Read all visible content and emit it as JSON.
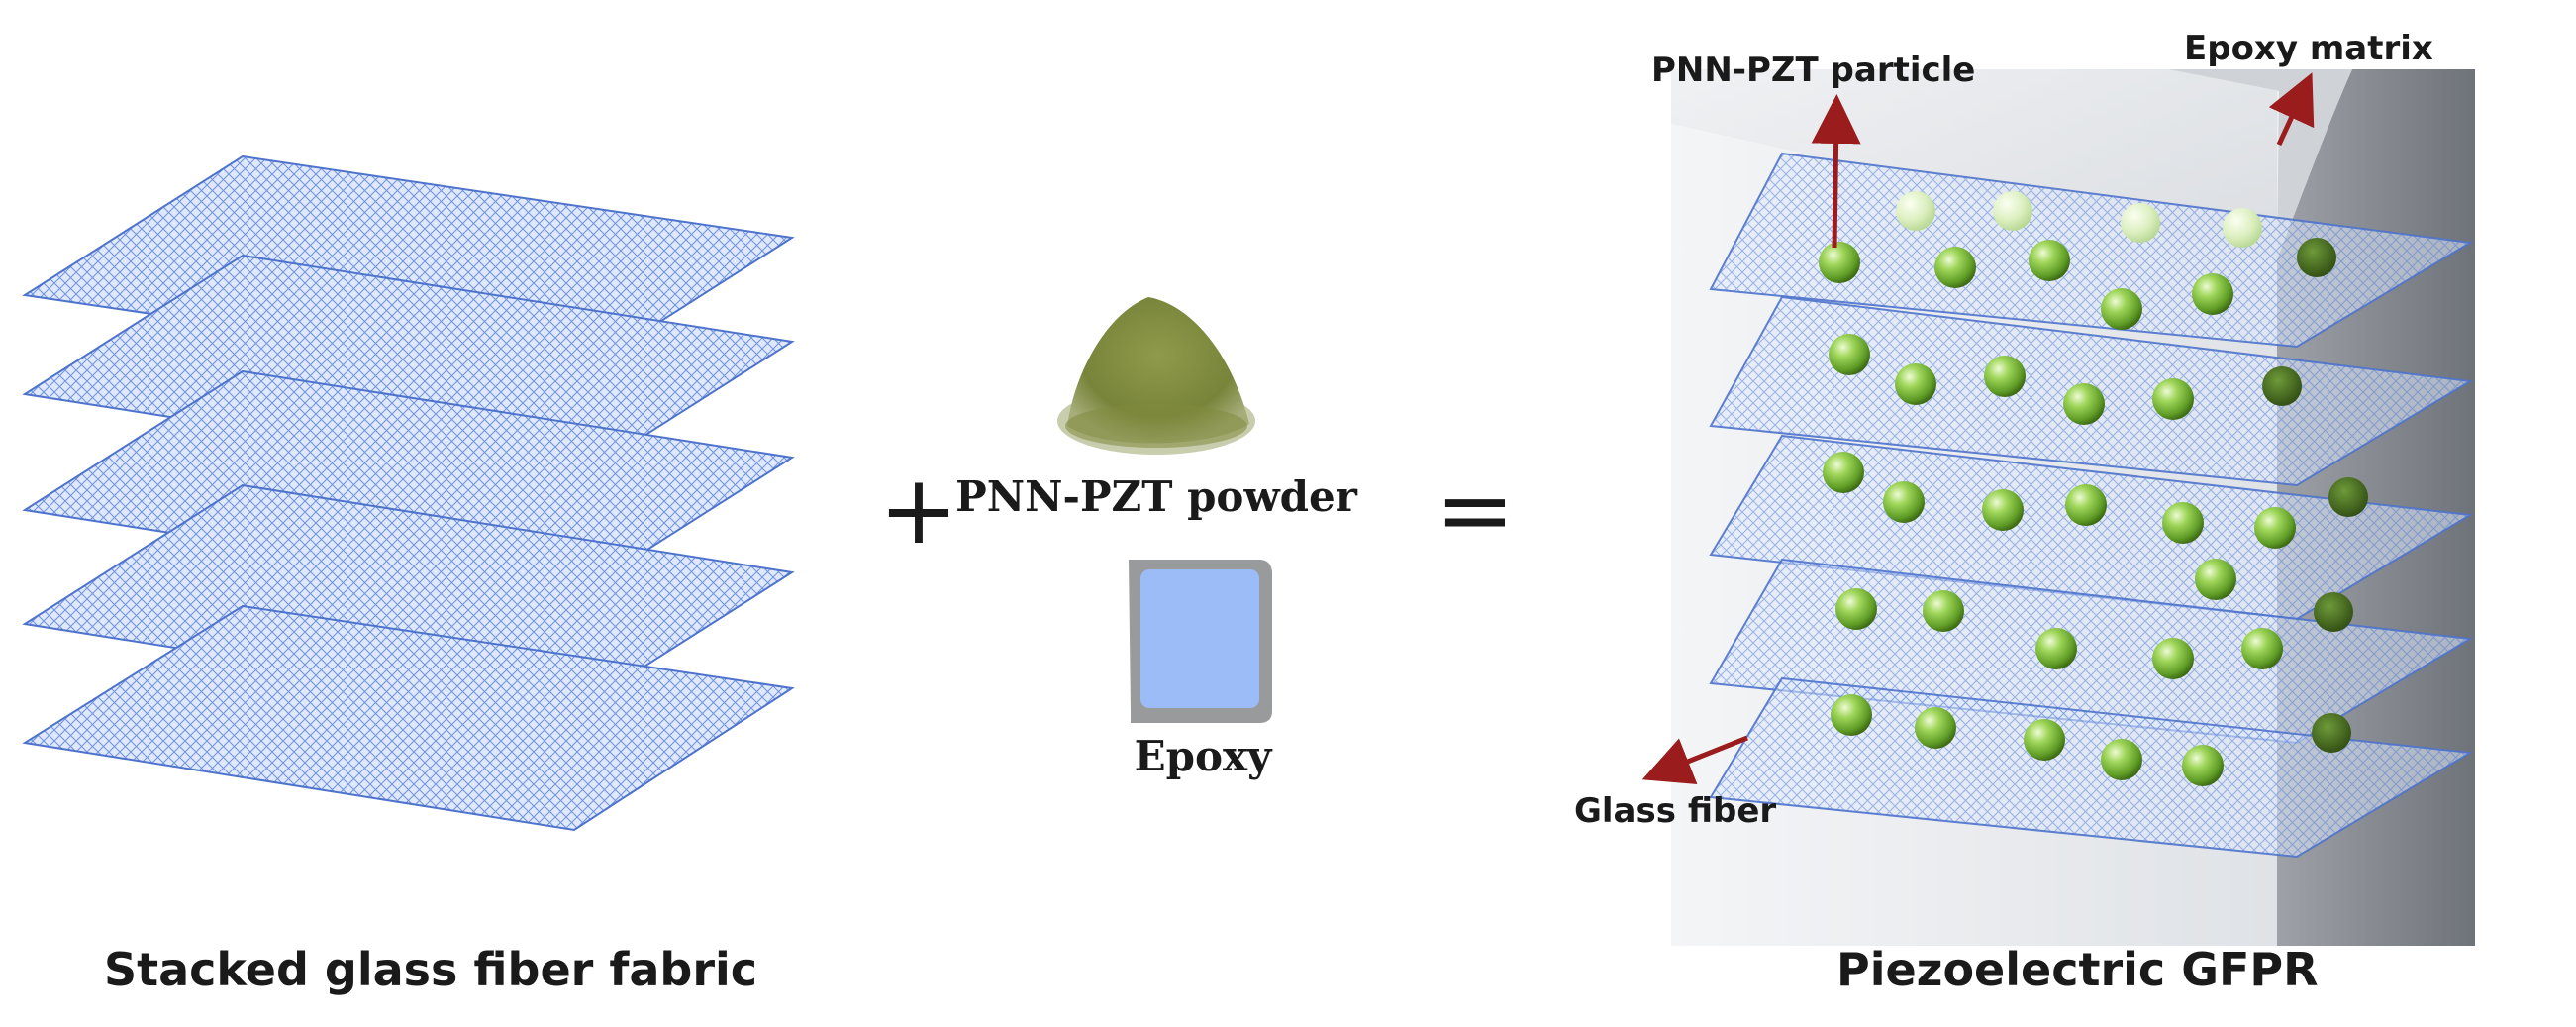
{
  "labels": {
    "stacked_fabric": "Stacked glass fiber fabric",
    "powder": "PNN-PZT powder",
    "epoxy": "Epoxy",
    "piezo_gfpr": "Piezoelectric GFPR",
    "particle": "PNN-PZT particle",
    "epoxy_matrix": "Epoxy matrix",
    "glass_fiber": "Glass fiber"
  },
  "operators": {
    "plus": "+",
    "equals": "="
  },
  "colors": {
    "fabric_fill": "#dce8fb",
    "fabric_mesh": "#5a80d8",
    "fabric_edge": "#4e73cc",
    "powder": "#7f8a3e",
    "epoxy_fill": "#9bbcf7",
    "epoxy_frame": "#9a9a9a",
    "block_face": "#e3e6ea",
    "sphere": "#7fc03c",
    "arrow": "#9b1c1c"
  }
}
